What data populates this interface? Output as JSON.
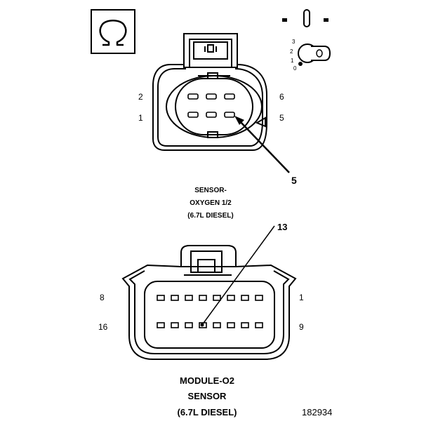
{
  "top_connector": {
    "pin_labels": {
      "left_top": "2",
      "left_bottom": "1",
      "right_top": "6",
      "right_bottom": "5"
    },
    "callout": "5",
    "caption": [
      "SENSOR-",
      "OXYGEN 1/2",
      "(6.7L DIESEL)"
    ]
  },
  "key_icon": {
    "positions": [
      "3",
      "2",
      "1",
      "0"
    ]
  },
  "bottom_connector": {
    "pin_labels": {
      "left_top": "8",
      "left_bottom": "16",
      "right_top": "1",
      "right_bottom": "9"
    },
    "callout": "13",
    "caption": [
      "MODULE-O2",
      "SENSOR",
      "(6.7L DIESEL)"
    ]
  },
  "figure_number": "182934"
}
